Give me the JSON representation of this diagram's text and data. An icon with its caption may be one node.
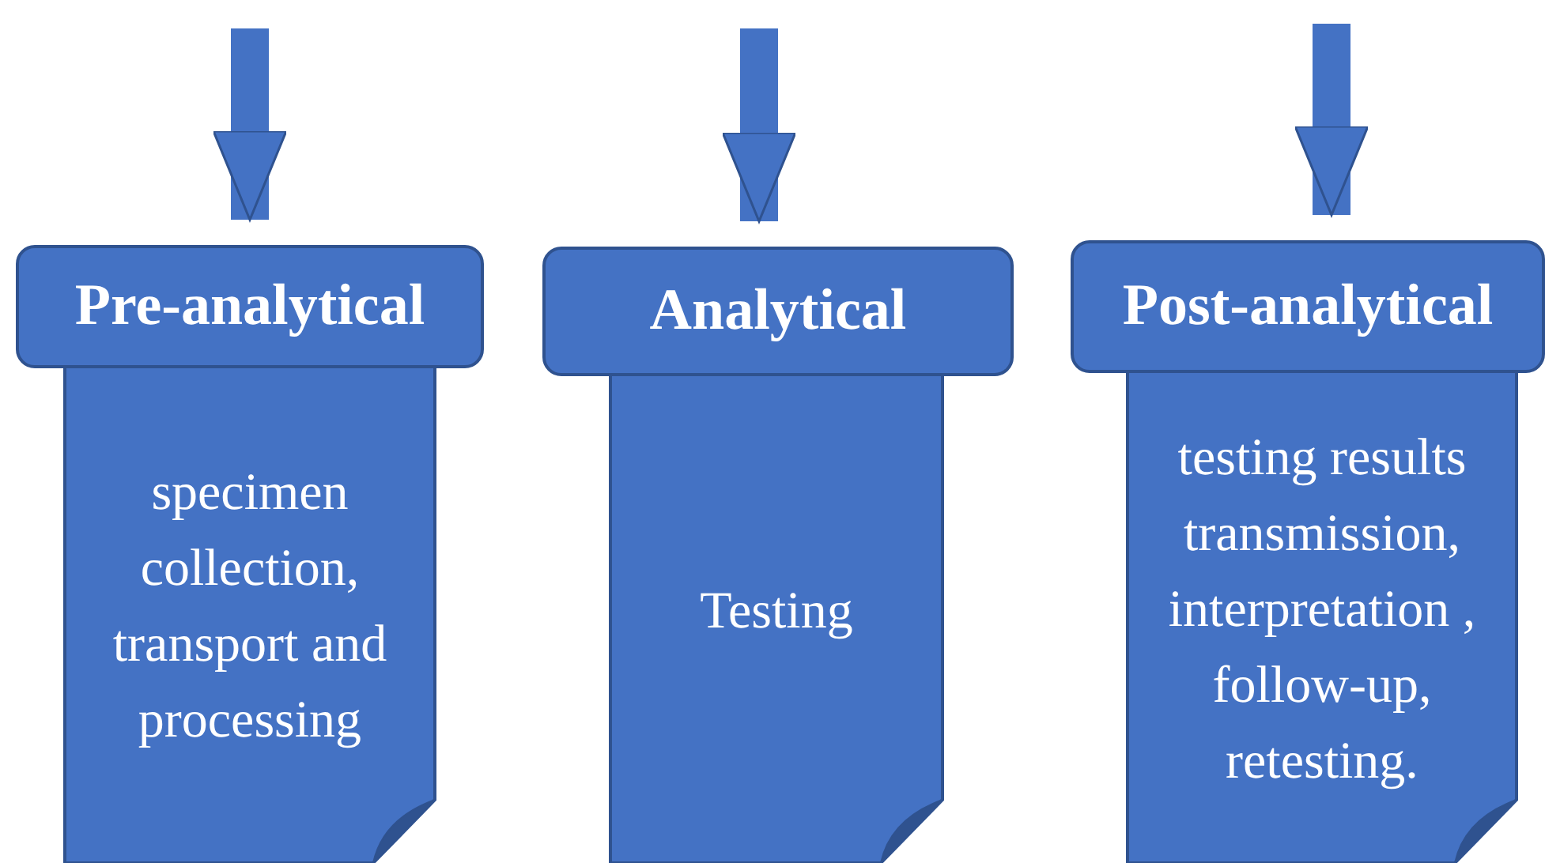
{
  "diagram": {
    "nodes": [
      {
        "text": [
          "Pre-analytical"
        ]
      },
      {
        "text": [
          "specimen collection, transport and processing"
        ]
      },
      {
        "text": [
          "Analytical"
        ]
      },
      {
        "text": [
          "Testing"
        ]
      },
      {
        "text": [
          "Post-analytical"
        ]
      },
      {
        "text": [
          "testing results transmission, interpretation , follow-up, retesting."
        ]
      }
    ],
    "edges": [
      {
        "from": null,
        "to": 0,
        "arrow": "to"
      },
      {
        "from": null,
        "to": 2,
        "arrow": "to"
      },
      {
        "from": null,
        "to": 4,
        "arrow": "to"
      }
    ]
  }
}
